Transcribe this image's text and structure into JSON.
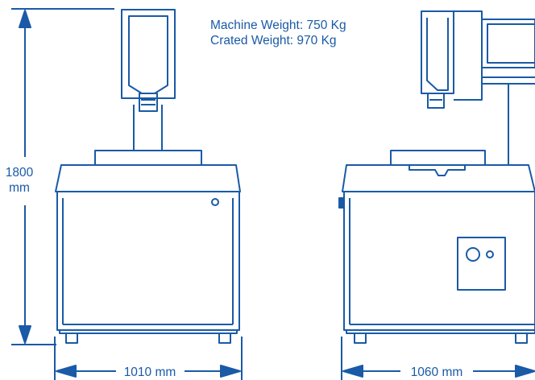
{
  "weights": {
    "machine": "Machine Weight: 750 Kg",
    "crated": "Crated Weight: 970 Kg"
  },
  "dimensions": {
    "height_value": "1800",
    "height_unit": "mm",
    "width_front": "1010 mm",
    "width_side": "1060 mm"
  },
  "colors": {
    "line": "#1a5aa6",
    "background": "#ffffff"
  }
}
